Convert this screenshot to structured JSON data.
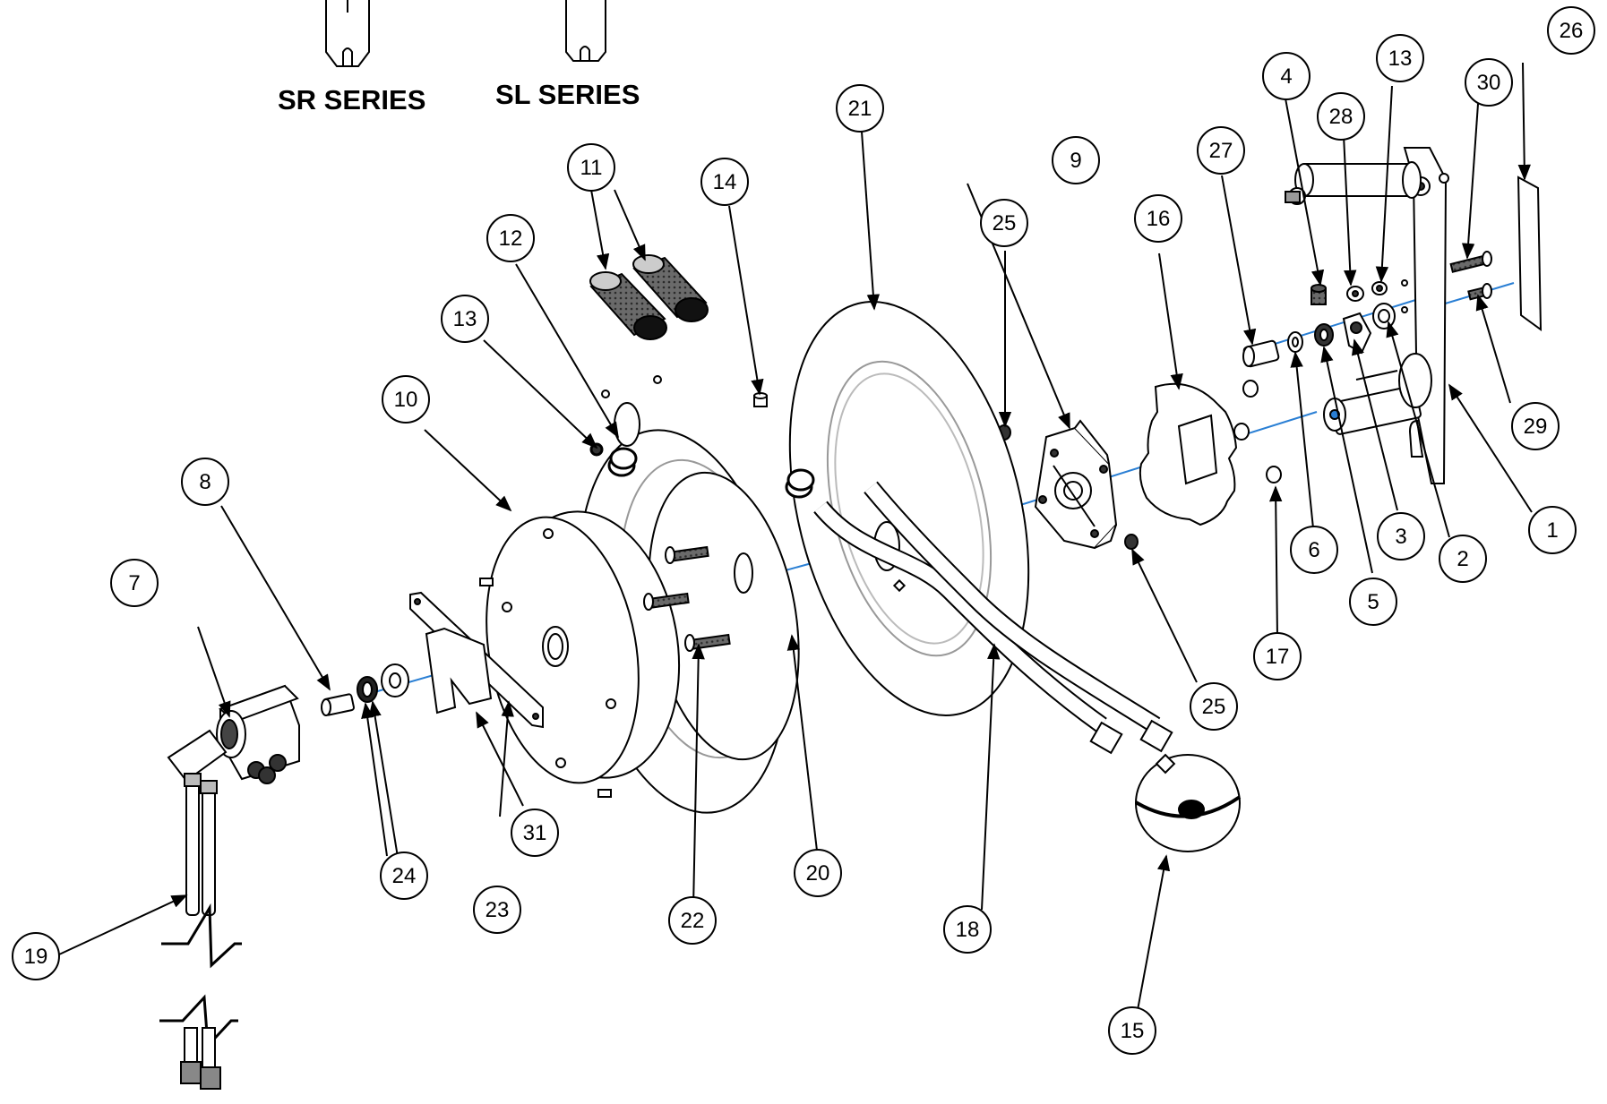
{
  "diagram": {
    "series_labels": [
      "SR SERIES",
      "SL SERIES"
    ],
    "callouts": [
      "1",
      "2",
      "3",
      "4",
      "5",
      "6",
      "7",
      "8",
      "9",
      "10",
      "11",
      "12",
      "13",
      "13",
      "14",
      "15",
      "16",
      "17",
      "18",
      "19",
      "20",
      "21",
      "22",
      "23",
      "24",
      "25",
      "25",
      "26",
      "27",
      "28",
      "29",
      "30",
      "31"
    ]
  },
  "colors": {
    "axis": "#2a7fd4",
    "line": "#000000",
    "part_fill": "#ffffff",
    "dark": "#3a3a3a"
  }
}
